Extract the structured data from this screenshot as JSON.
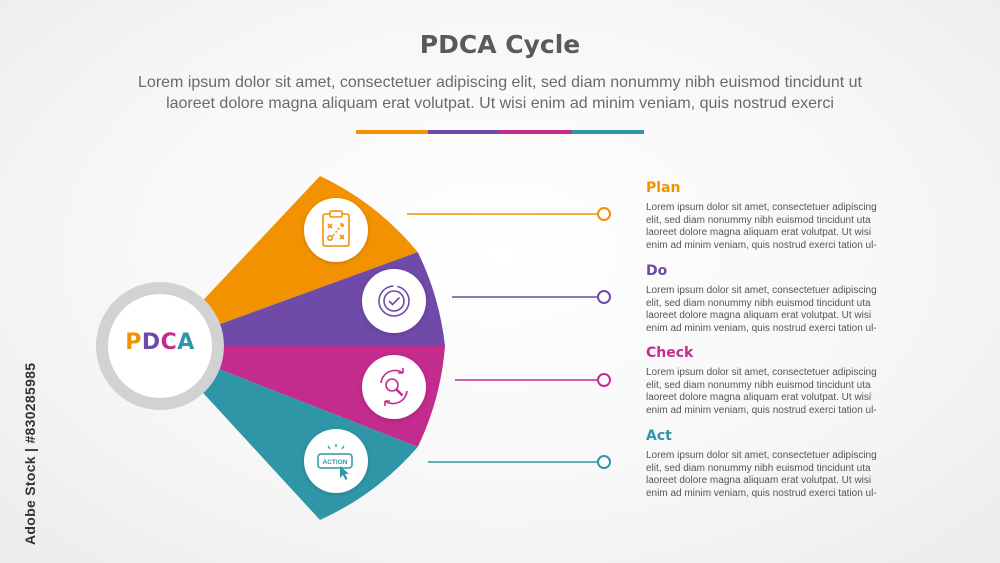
{
  "header": {
    "title": "PDCA Cycle",
    "subtitle_line1": "Lorem ipsum dolor sit amet, consectetuer adipiscing elit, sed diam nonummy nibh euismod tincidunt ut",
    "subtitle_line2": "laoreet dolore magna aliquam erat volutpat. Ut wisi enim ad minim veniam, quis nostrud exerci"
  },
  "center": {
    "letters": [
      {
        "char": "P",
        "color": "#f39200"
      },
      {
        "char": "D",
        "color": "#6f4aa8"
      },
      {
        "char": "C",
        "color": "#c32b8c"
      },
      {
        "char": "A",
        "color": "#2f96a8"
      }
    ]
  },
  "steps": [
    {
      "title": "Plan",
      "color": "#f39200",
      "icon": "clipboard-strategy-icon",
      "body": [
        "Lorem ipsum dolor sit amet, consectetuer adipiscing",
        "elit, sed diam nonummy nibh euismod tincidunt uta",
        "laoreet dolore magna aliquam erat volutpat. Ut wisi",
        "enim ad minim veniam, quis nostrud exerci tation ul-"
      ]
    },
    {
      "title": "Do",
      "color": "#6f4aa8",
      "icon": "check-circle-icon",
      "body": [
        "Lorem ipsum dolor sit amet, consectetuer adipiscing",
        "elit, sed diam nonummy nibh euismod tincidunt uta",
        "laoreet dolore magna aliquam erat volutpat. Ut wisi",
        "enim ad minim veniam, quis nostrud exerci tation ul-"
      ]
    },
    {
      "title": "Check",
      "color": "#c32b8c",
      "icon": "magnifier-refresh-icon",
      "body": [
        "Lorem ipsum dolor sit amet, consectetuer adipiscing",
        "elit, sed diam nonummy nibh euismod tincidunt uta",
        "laoreet dolore magna aliquam erat volutpat. Ut wisi",
        "enim ad minim veniam, quis nostrud exerci tation ul-"
      ]
    },
    {
      "title": "Act",
      "color": "#2f96a8",
      "icon": "action-button-cursor-icon",
      "icon_text": "ACTION",
      "body": [
        "Lorem ipsum dolor sit amet, consectetuer adipiscing",
        "elit, sed diam nonummy nibh euismod tincidunt uta",
        "laoreet dolore magna aliquam erat volutpat. Ut wisi",
        "enim ad minim veniam, quis nostrud exerci tation ul-"
      ]
    }
  ],
  "watermark": "Adobe Stock | #830285985",
  "colors": {
    "center_ring": "#d0d0d0",
    "title": "#5a5a5a"
  }
}
